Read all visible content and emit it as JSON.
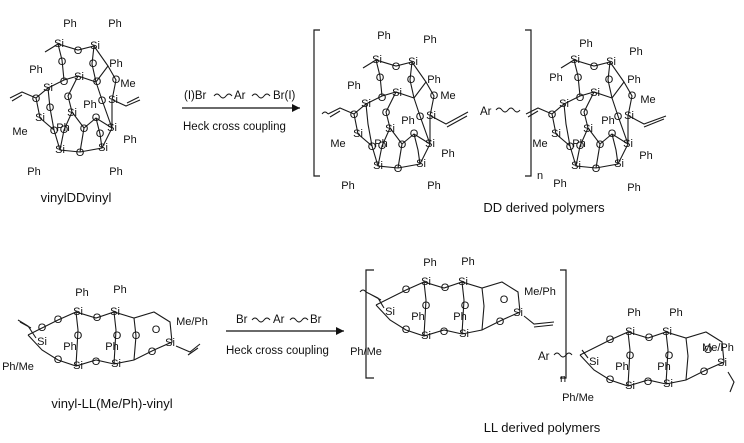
{
  "row1": {
    "monomer_label": "vinylDDvinyl",
    "reagent": {
      "left": "(I)Br",
      "mid": "Ar",
      "right": "Br(I)"
    },
    "condition": "Heck cross coupling",
    "product_label": "DD derived polymers",
    "repeat": "n",
    "linker": "Ar",
    "atoms": {
      "si": "Si",
      "o": "O",
      "ph": "Ph",
      "me": "Me"
    }
  },
  "row2": {
    "monomer_label": "vinyl-LL(Me/Ph)-vinyl",
    "reagent": {
      "left": "Br",
      "mid": "Ar",
      "right": "Br"
    },
    "condition": "Heck cross coupling",
    "product_label": "LL derived polymers",
    "repeat": "n",
    "linker": "Ar",
    "atoms": {
      "si": "Si",
      "o": "O",
      "ph": "Ph",
      "mixed": "Me/Ph",
      "mixed_rev": "Ph/Me"
    }
  }
}
